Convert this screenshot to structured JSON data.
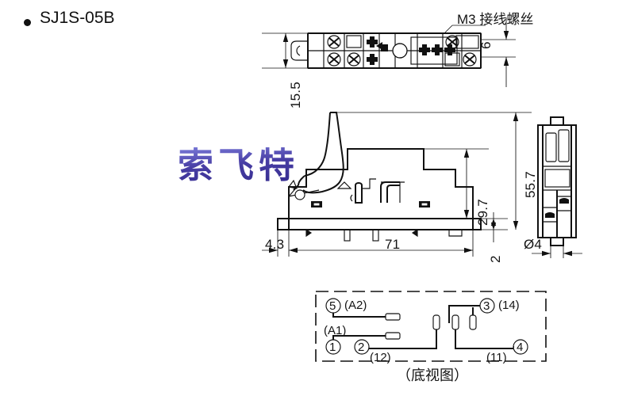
{
  "document": {
    "type": "technical-drawing",
    "part_title": "SJ1S-05B",
    "bullet": "filled-circle"
  },
  "watermark": {
    "text": "索飞特",
    "color": "#2b218e"
  },
  "annotations": {
    "m3_callout": "M3 接线螺丝",
    "bottom_view_caption": "（底视图）"
  },
  "dimensions": {
    "top_view_height": "15.5",
    "top_view_terminal_pitch": "6",
    "overall_height": "55.7",
    "body_height": "29.7",
    "base_length": "71",
    "base_offset_left": "4.3",
    "base_foot_height": "2",
    "hole_diameter": "Ø4"
  },
  "bottom_view": {
    "terminals": [
      {
        "circle": "5",
        "paren": "(A2)"
      },
      {
        "circle": "3",
        "paren": "(14)"
      },
      {
        "circle": "1",
        "paren": "(A1)"
      },
      {
        "circle": "2",
        "paren": "(12)"
      },
      {
        "circle": "4",
        "paren": "(11)"
      }
    ],
    "labels": {
      "t5": "5",
      "t5p": "(A2)",
      "t3": "3",
      "t3p": "(14)",
      "t1": "1",
      "t1p": "(A1)",
      "t2": "2",
      "t2p": "(12)",
      "t4": "4",
      "t4p": "(11)"
    }
  },
  "views": {
    "top_view": "top-plan-view",
    "side_view": "side-elevation-view",
    "end_view": "end-elevation-view",
    "bottom_view": "bottom-wiring-view"
  }
}
